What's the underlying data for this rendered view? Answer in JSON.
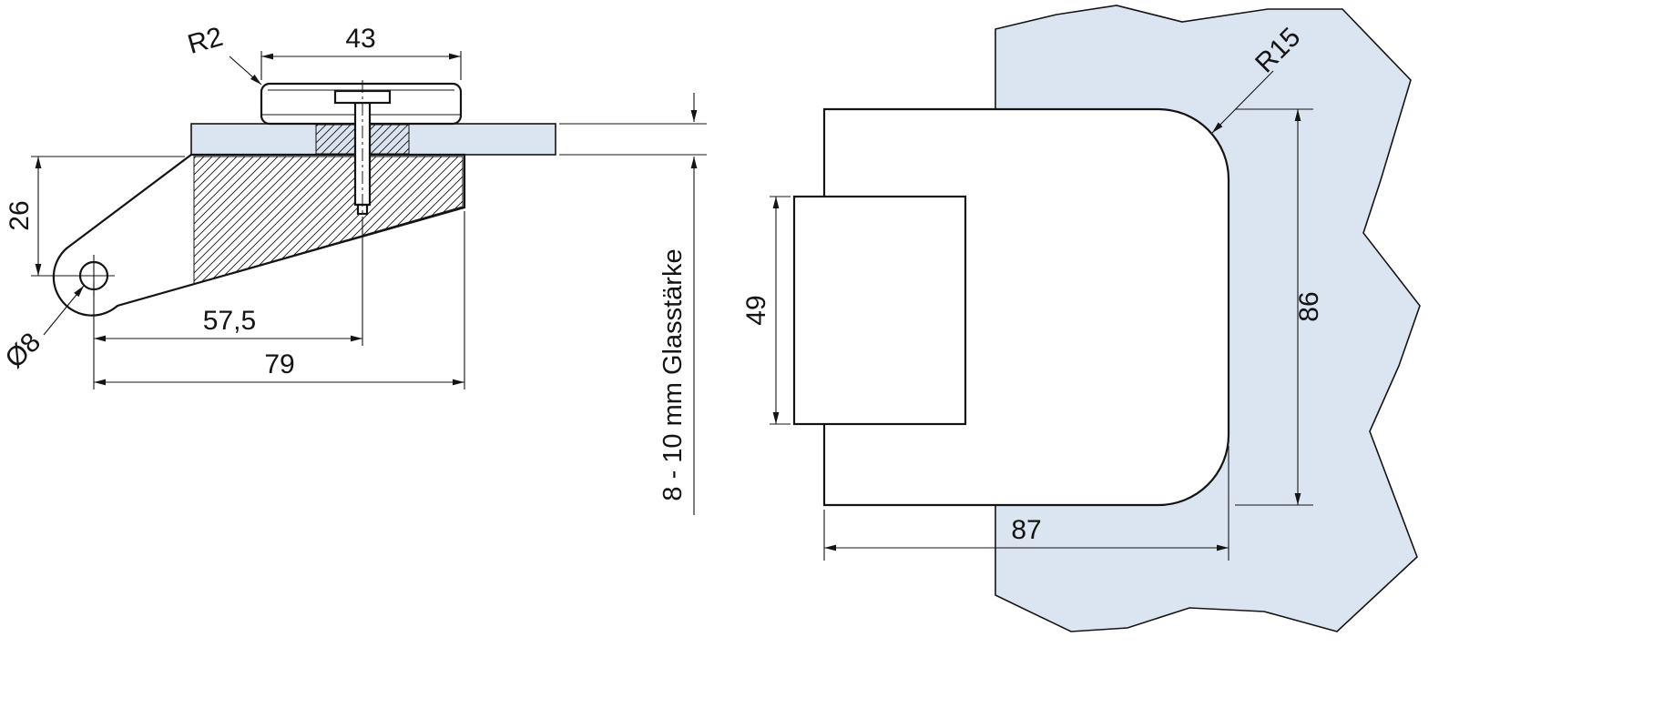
{
  "drawing": {
    "background": "#ffffff",
    "line_color": "#141414",
    "glass_fill": "#dbe5f1",
    "left_view": {
      "description": "side section view of glass door hinge",
      "dims": {
        "cap_width": "43",
        "corner_radius": "R2",
        "pivot_offset": "26",
        "hole_diameter": "Ø8",
        "screw_offset": "57,5",
        "overall_length": "79",
        "glass_thickness": "8 - 10 mm Glasstärke"
      }
    },
    "right_view": {
      "description": "front view of hinge on glass",
      "dims": {
        "corner_radius": "R15",
        "tab_height": "49",
        "body_height": "86",
        "body_width": "87"
      }
    }
  }
}
